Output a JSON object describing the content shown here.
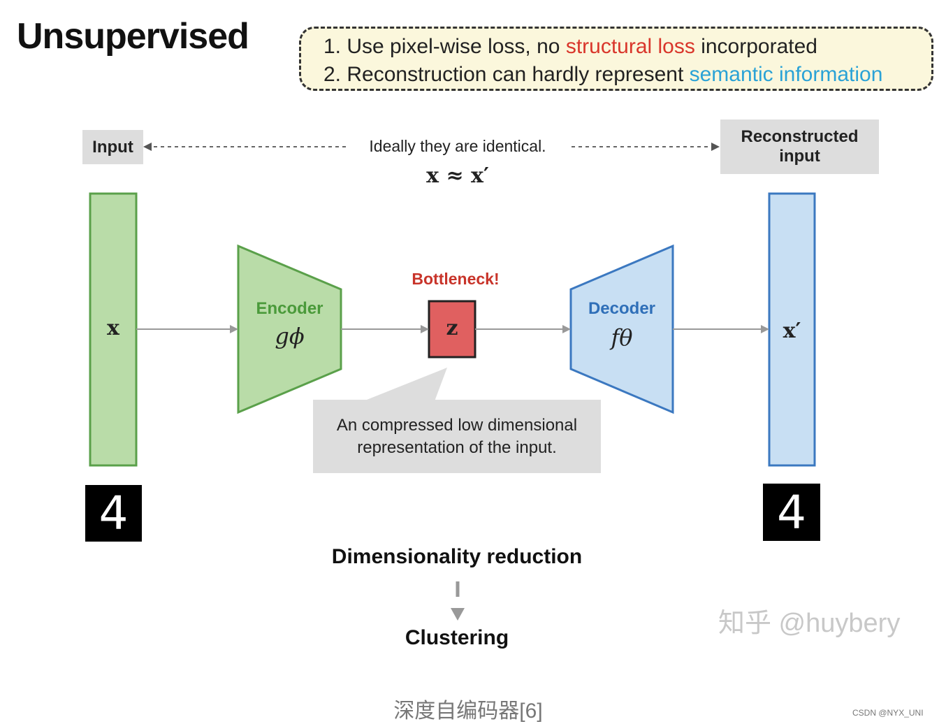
{
  "title": "Unsupervised",
  "notes": {
    "line1_prefix": "1. Use pixel-wise loss, no ",
    "line1_highlight": "structural loss",
    "line1_suffix": " incorporated",
    "line2_prefix": "2. Reconstruction can hardly represent ",
    "line2_highlight": "semantic information"
  },
  "labels": {
    "input": "Input",
    "reconstructed": "Reconstructed input",
    "ideal": "Ideally they are identical.",
    "formula": "x ≈ x′",
    "input_var": "x",
    "output_var": "x′",
    "encoder": "Encoder",
    "encoder_sym": "gϕ",
    "decoder": "Decoder",
    "decoder_sym": "fθ",
    "bottleneck": "Bottleneck!",
    "latent": "z",
    "callout": "An compressed low dimensional representation of the input.",
    "digit_in": "4",
    "digit_out": "4",
    "dimred": "Dimensionality reduction",
    "clustering": "Clustering"
  },
  "watermark": "知乎 @huybery",
  "caption": "深度自编码器[6]",
  "credit": "CSDN @NYX_UNI",
  "colors": {
    "input_fill": "#b9dca8",
    "input_stroke": "#5aa04a",
    "output_fill": "#c8dff3",
    "output_stroke": "#3b78c0",
    "latent_fill": "#e06060",
    "highlight_red": "#d9362b",
    "highlight_blue": "#2aa2d6"
  }
}
